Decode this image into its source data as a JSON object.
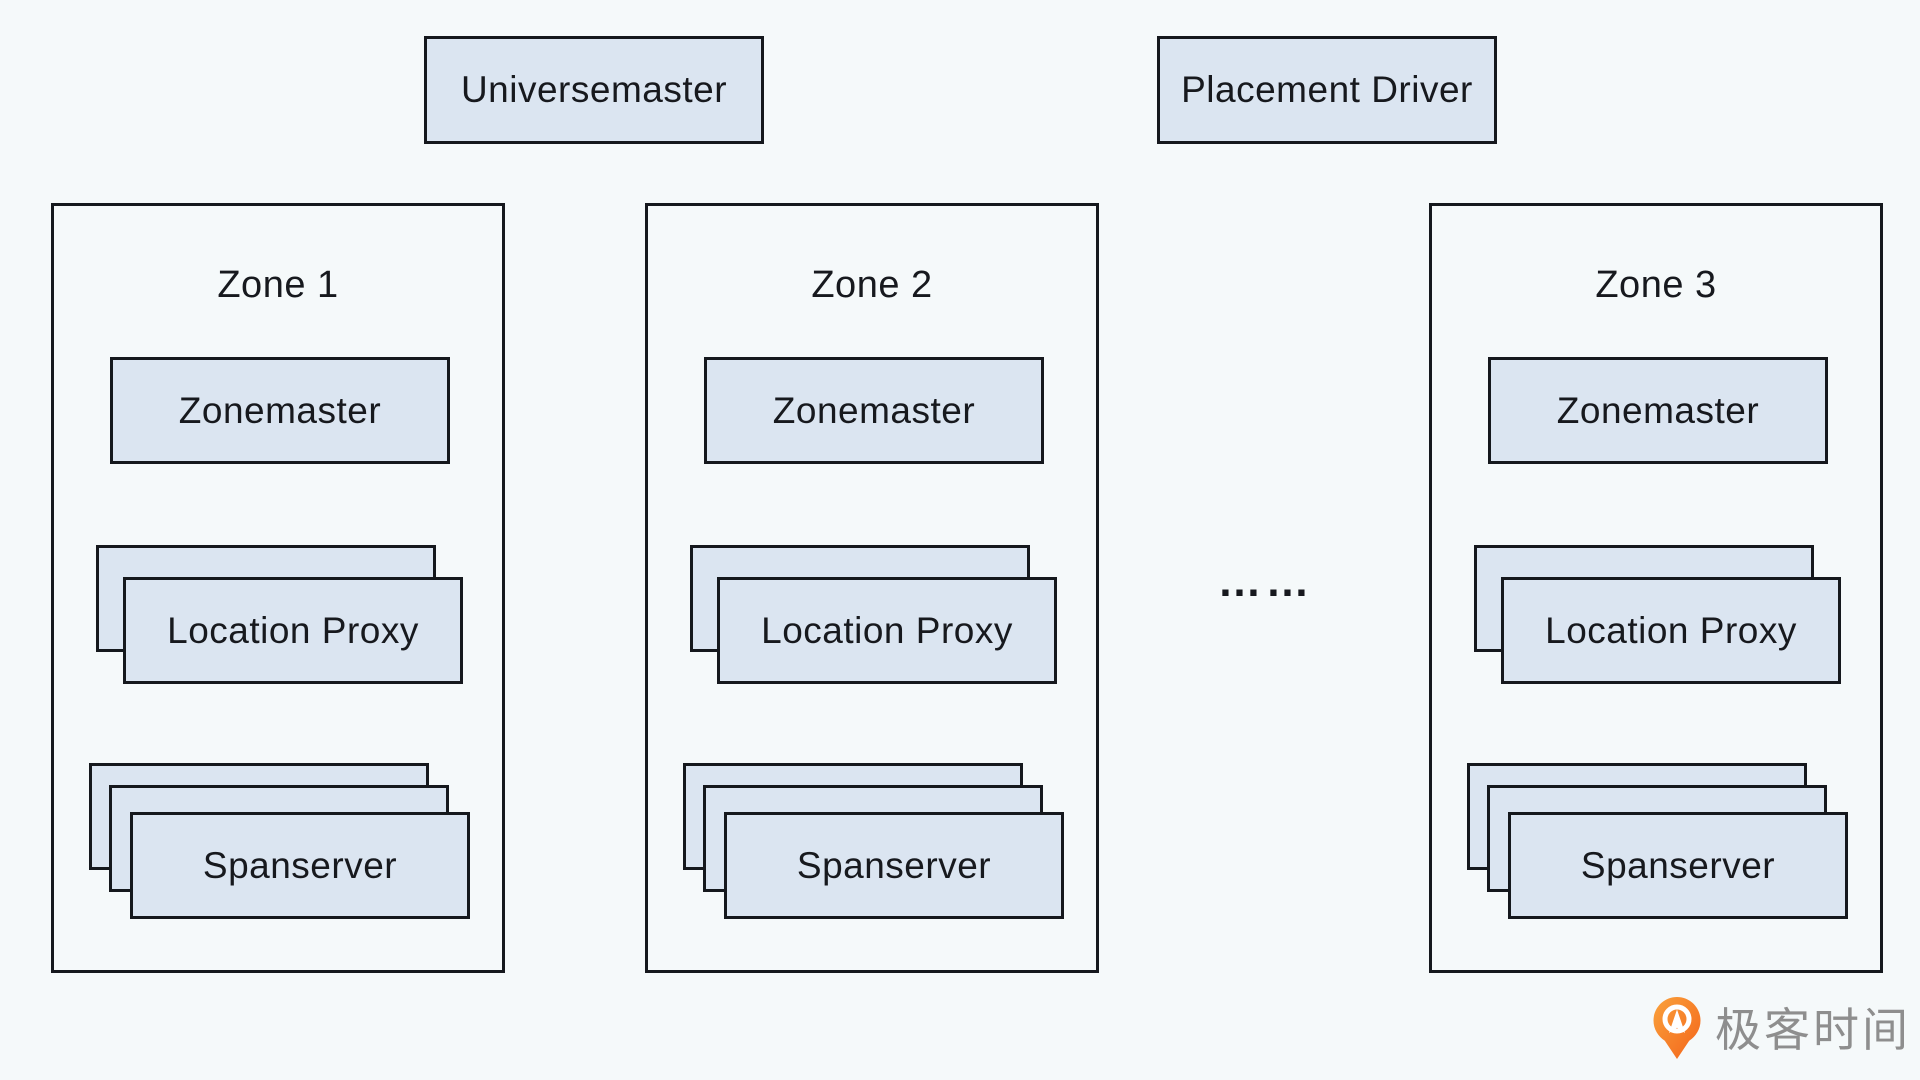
{
  "title_boxes": {
    "universemaster": "Universemaster",
    "placement_driver": "Placement Driver"
  },
  "separator": {
    "ellipsis": "……"
  },
  "zones": [
    {
      "label": "Zone 1",
      "zonemaster": "Zonemaster",
      "location_proxy": "Location Proxy",
      "spanserver": "Spanserver"
    },
    {
      "label": "Zone 2",
      "zonemaster": "Zonemaster",
      "location_proxy": "Location Proxy",
      "spanserver": "Spanserver"
    },
    {
      "label": "Zone 3",
      "zonemaster": "Zonemaster",
      "location_proxy": "Location Proxy",
      "spanserver": "Spanserver"
    }
  ],
  "branding": {
    "logo_text": "极客时间",
    "logo_icon": "geektime-pin-icon"
  },
  "colors": {
    "background": "#f5f9fa",
    "box_fill": "#dbe5f1",
    "box_border": "#15181d",
    "text": "#17191e",
    "logo_text_gray": "#8e8e8e",
    "logo_orange_light": "#faa23c",
    "logo_orange_dark": "#f3641a"
  }
}
